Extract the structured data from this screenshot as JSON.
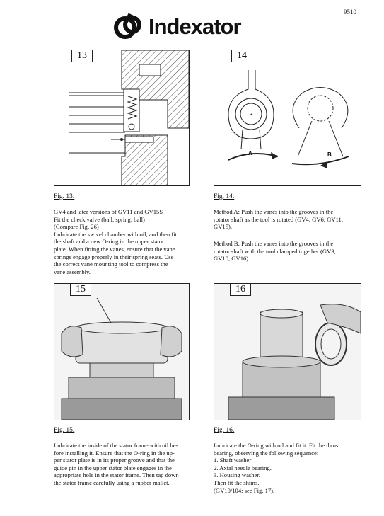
{
  "page_number": "9510",
  "brand": {
    "name": "Indexator"
  },
  "figures": [
    {
      "num": "13",
      "caption": "Fig. 13."
    },
    {
      "num": "14",
      "caption": "Fig. 14.",
      "labels": [
        "A",
        "B"
      ]
    },
    {
      "num": "15",
      "caption": "Fig. 15."
    },
    {
      "num": "16",
      "caption": "Fig. 16."
    }
  ],
  "texts": {
    "fig13": [
      "GV4 and later versions of GV11 and GV15S",
      "Fit the check valve (ball, spring, ball)",
      "(Compare Fig. 26)",
      "Lubricate the swivel chamber with oil, and then fit",
      "the shaft and a new O-ring in the upper stator",
      "plate. When fitting the vanes, ensure that the vane",
      "springs engage properly in their spring seats. Use",
      "the correct vane mounting tool to compress the",
      "vane assembly."
    ],
    "fig14a": [
      "Method A: Push the vanes into the grooves in the",
      "rotator shaft as the tool is rotated (GV4, GV6, GV11,",
      "GV15)."
    ],
    "fig14b": [
      "Method B: Push the vanes into the grooves in the",
      "rotator shaft with the tool clamped together (GV3,",
      "GV10, GV16)."
    ],
    "fig15": [
      "Lubricate the inside of the stator frame with oil be-",
      "fore installing it. Ensure that the O-ring in the up-",
      "per stator plate is in its proper groove and that the",
      "guide pin in the upper stator plate engages in the",
      "appropriate hole in the stator frame. Then tap down",
      "the stator frame carefully using a rubber mallet."
    ],
    "fig16": [
      "Lubricate the O-ring with oil and fit it. Fit the thrust",
      "bearing, observing the following sequence:",
      "1.  Shaft washer",
      "2.  Axial needle bearing.",
      "3.  Housing washer.",
      "Then fit the shims.",
      "(GV10/104; see Fig. 17)."
    ]
  }
}
